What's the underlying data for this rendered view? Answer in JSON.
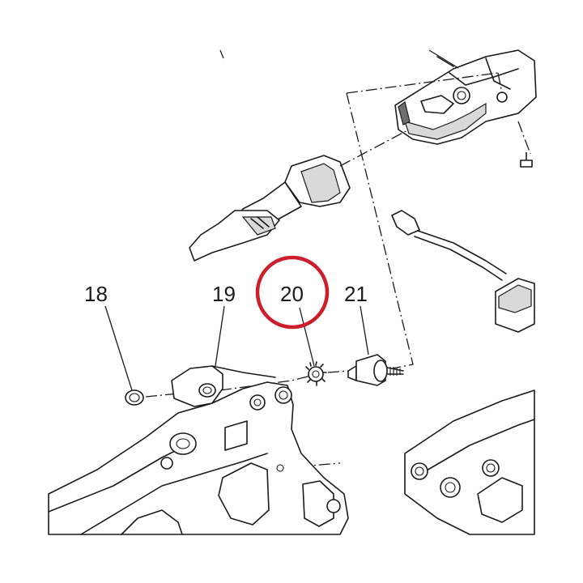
{
  "callouts": {
    "c18": "18",
    "c19": "19",
    "c20": "20",
    "c21": "21"
  },
  "highlight": {
    "target": "20",
    "color": "#cc1f2b"
  }
}
